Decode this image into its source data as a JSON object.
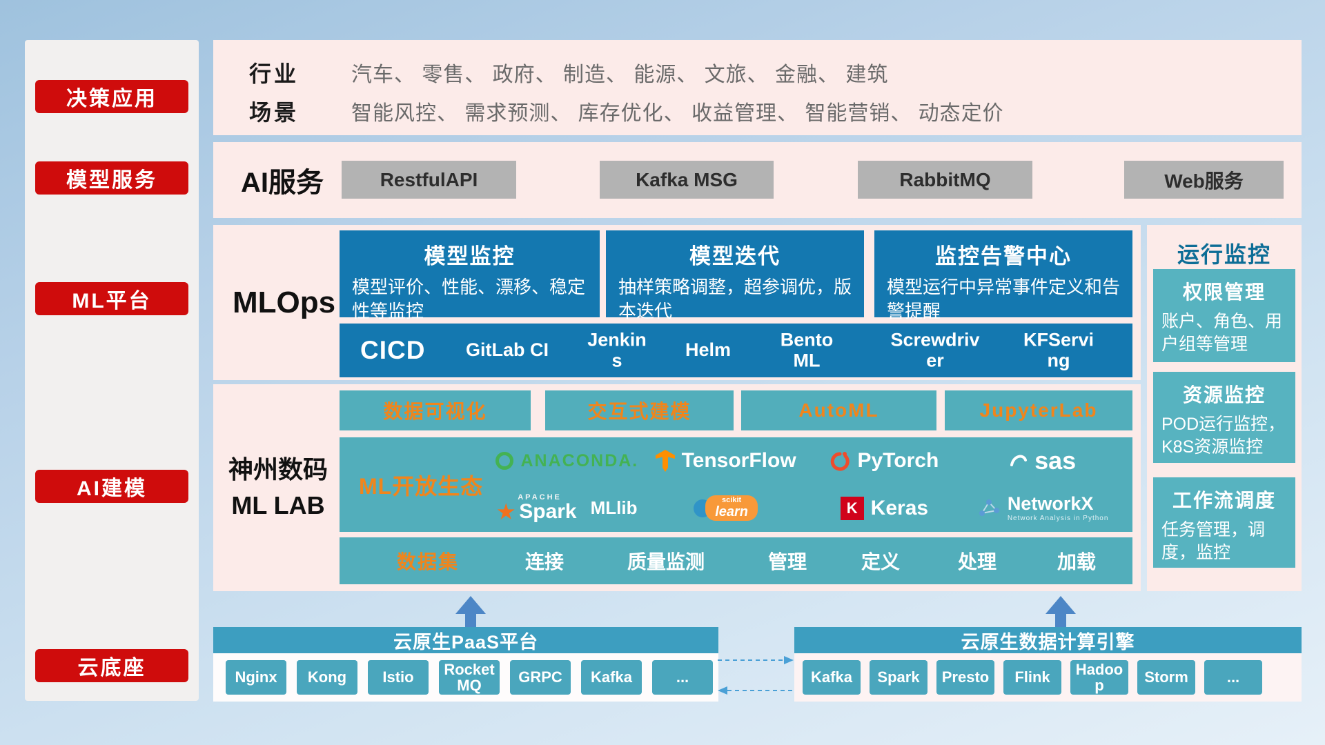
{
  "sidebar": {
    "items": [
      {
        "label": "决策应用"
      },
      {
        "label": "模型服务"
      },
      {
        "label": "ML平台"
      },
      {
        "label": "AI建模"
      },
      {
        "label": "云底座"
      }
    ]
  },
  "industry": {
    "rows": [
      {
        "label": "行业",
        "value": "汽车、 零售、 政府、 制造、 能源、 文旅、 金融、 建筑"
      },
      {
        "label": "场景",
        "value": "智能风控、 需求预测、 库存优化、 收益管理、 智能营销、 动态定价"
      }
    ]
  },
  "ai_service": {
    "label": "AI服务",
    "buttons": [
      "RestfulAPI",
      "Kafka MSG",
      "RabbitMQ",
      "Web服务"
    ]
  },
  "mlops": {
    "label": "MLOps",
    "cards": [
      {
        "title": "模型监控",
        "desc": "模型评价、性能、漂移、稳定性等监控"
      },
      {
        "title": "模型迭代",
        "desc": "抽样策略调整，超参调优，版本迭代"
      },
      {
        "title": "监控告警中心",
        "desc": "模型运行中异常事件定义和告警提醒"
      }
    ],
    "cicd": {
      "label": "CICD",
      "items": [
        "GitLab CI",
        "Jenkins",
        "Helm",
        "BentoML",
        "Screwdriver",
        "KFServing"
      ]
    }
  },
  "monitoring": {
    "title": "运行监控",
    "cards": [
      {
        "title": "权限管理",
        "desc": "账户、角色、用户组等管理"
      },
      {
        "title": "资源监控",
        "desc": "POD运行监控，K8S资源监控"
      },
      {
        "title": "工作流调度",
        "desc": "任务管理，调度，监控"
      }
    ]
  },
  "mllab": {
    "label_line1": "神州数码",
    "label_line2": "ML LAB",
    "tools": [
      "数据可视化",
      "交互式建模",
      "AutoML",
      "JupyterLab"
    ],
    "ecosystem": {
      "label": "ML开放生态",
      "logos": {
        "anaconda": "ANACONDA.",
        "tensorflow": "TensorFlow",
        "pytorch": "PyTorch",
        "sas": "sas",
        "spark_brand": "APACHE",
        "spark": "Spark",
        "spark_suffix": "MLlib",
        "scikit_brand": "scikit",
        "scikit": "learn",
        "keras_letter": "K",
        "keras": "Keras",
        "networkx": "NetworkX",
        "networkx_sub": "Network Analysis in Python"
      }
    },
    "dataset": {
      "label": "数据集",
      "items": [
        "连接",
        "质量监测",
        "管理",
        "定义",
        "处理",
        "加载"
      ]
    }
  },
  "foundation": {
    "paas": {
      "title": "云原生PaaS平台",
      "items": [
        "Nginx",
        "Kong",
        "Istio",
        "RocketMQ",
        "GRPC",
        "Kafka",
        "..."
      ]
    },
    "engine": {
      "title": "云原生数据计算引擎",
      "items": [
        "Kafka",
        "Spark",
        "Presto",
        "Flink",
        "Hadoop",
        "Storm",
        "..."
      ]
    }
  },
  "colors": {
    "accent_red": "#cf0c0c",
    "panel_pink": "#fcebe9",
    "deep_blue": "#1478b0",
    "teal": "#54b1bf",
    "teal_dark": "#3d9ec0",
    "orange": "#f0851c",
    "gray_button": "#b3b3b3"
  }
}
